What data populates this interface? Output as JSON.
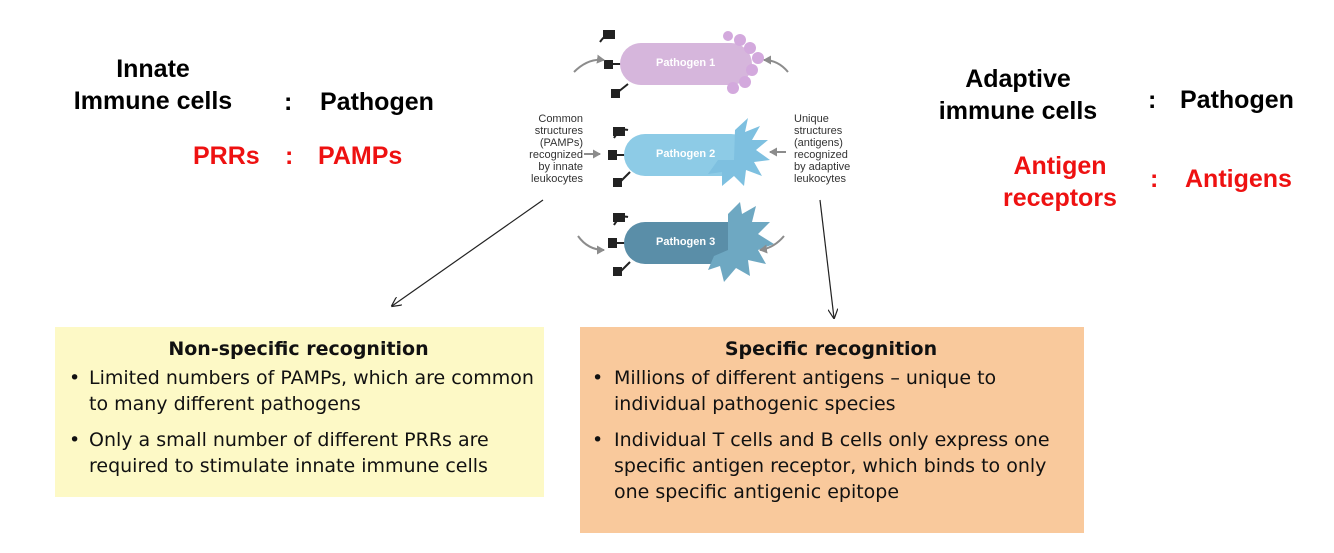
{
  "left_panel": {
    "title_line1": "Innate",
    "title_line2": "Immune cells",
    "colon1": ":",
    "pathogen": "Pathogen",
    "prrs": "PRRs",
    "colon2": ":",
    "pamps": "PAMPs"
  },
  "right_panel": {
    "title_line1": "Adaptive",
    "title_line2": "immune cells",
    "colon1": ":",
    "pathogen": "Pathogen",
    "antigen_line1": "Antigen",
    "antigen_line2": "receptors",
    "colon2": ":",
    "antigens": "Antigens"
  },
  "diagram": {
    "pathogens": [
      "Pathogen 1",
      "Pathogen 2",
      "Pathogen 3"
    ],
    "caption_left": [
      "Common",
      "structures",
      "(PAMPs)",
      "recognized",
      "by innate",
      "leukocytes"
    ],
    "caption_right": [
      "Unique",
      "structures",
      "(antigens)",
      "recognized",
      "by adaptive",
      "leukocytes"
    ],
    "colors": {
      "pathogen1": "#d6b6dc",
      "pathogen2": "#8dcbe6",
      "pathogen3": "#5a8ea8"
    }
  },
  "nonspecific_box": {
    "title": "Non-specific recognition",
    "bullets": [
      "Limited numbers of PAMPs, which are common to many different pathogens",
      "Only a small number of different PRRs are required to stimulate innate immune cells"
    ],
    "color": "#fdf9c6"
  },
  "specific_box": {
    "title": "Specific recognition",
    "bullets": [
      "Millions of different antigens – unique to individual pathogenic species",
      "Individual T cells and B cells only express one specific antigen receptor, which binds to only one specific antigenic epitope"
    ],
    "color": "#f9c99c"
  }
}
